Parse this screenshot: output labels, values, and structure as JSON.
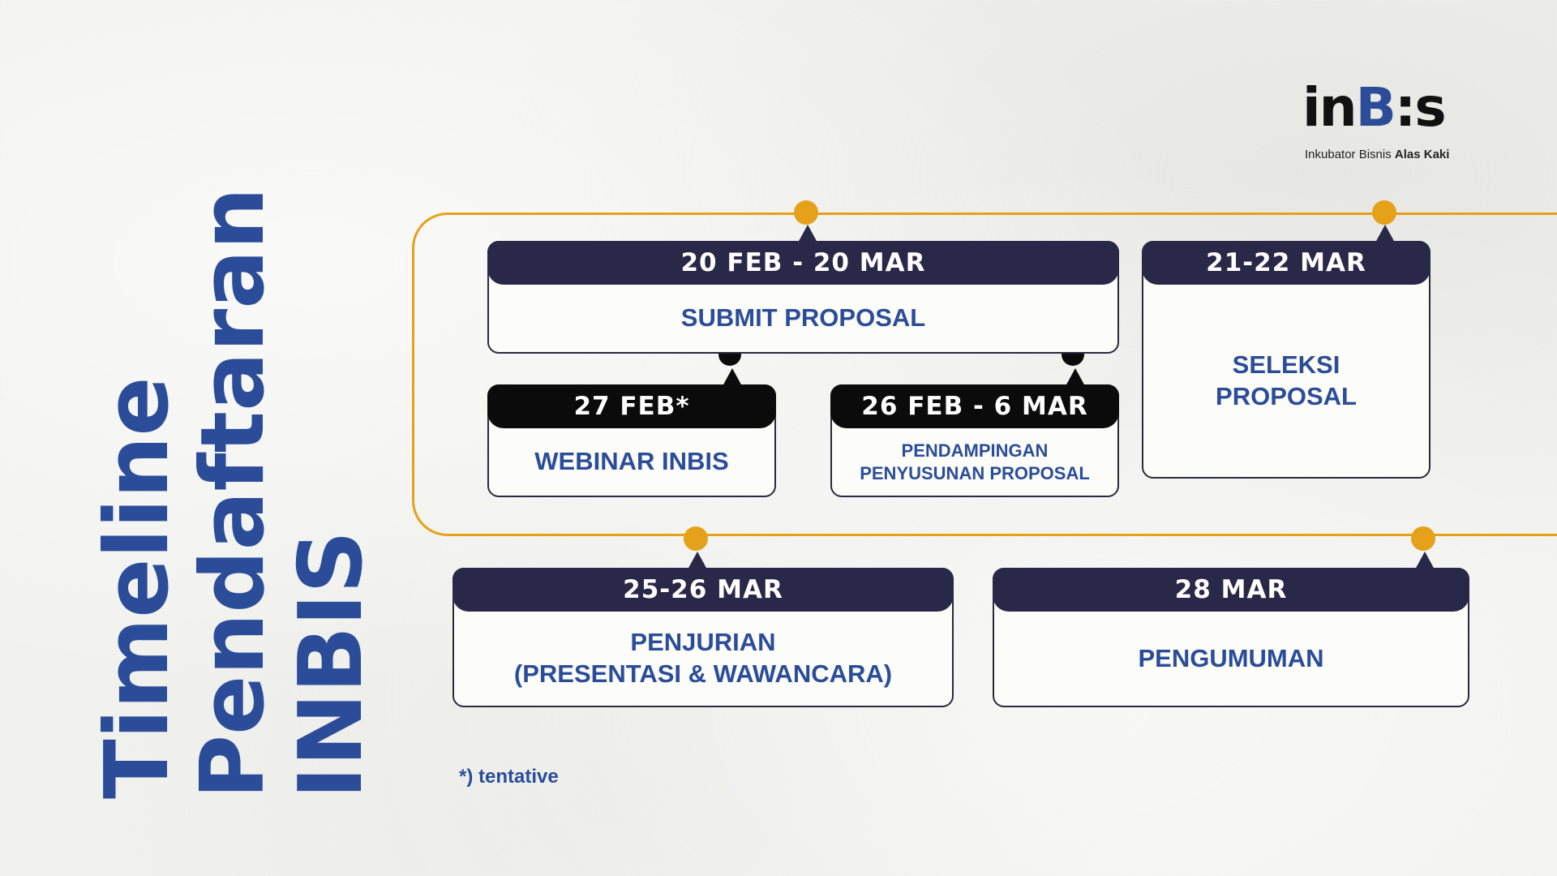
{
  "title": {
    "line1": "Timeline",
    "line2": "Pendaftaran",
    "line3": "INBIS"
  },
  "logo": {
    "wordmark_pre": "in",
    "wordmark_b": "B",
    "wordmark_post": ":s",
    "tagline_regular": "Inkubator Bisnis ",
    "tagline_bold": "Alas Kaki"
  },
  "events": [
    {
      "date": "20 FEB - 20 MAR",
      "label": "SUBMIT PROPOSAL"
    },
    {
      "date": "21-22 MAR",
      "label": "SELEKSI\nPROPOSAL"
    },
    {
      "date": "27 FEB*",
      "label": "WEBINAR INBIS"
    },
    {
      "date": "26 FEB - 6 MAR",
      "label": "PENDAMPINGAN\nPENYUSUNAN PROPOSAL"
    },
    {
      "date": "25-26 MAR",
      "label": "PENJURIAN\n(PRESENTASI & WAWANCARA)"
    },
    {
      "date": "28 MAR",
      "label": "PENGUMUMAN"
    }
  ],
  "note": "*) tentative",
  "colors": {
    "accent": "#e5a11a",
    "brand_blue": "#2b4d99",
    "header_navy": "#2a2848",
    "header_black": "#0b0b0b"
  }
}
